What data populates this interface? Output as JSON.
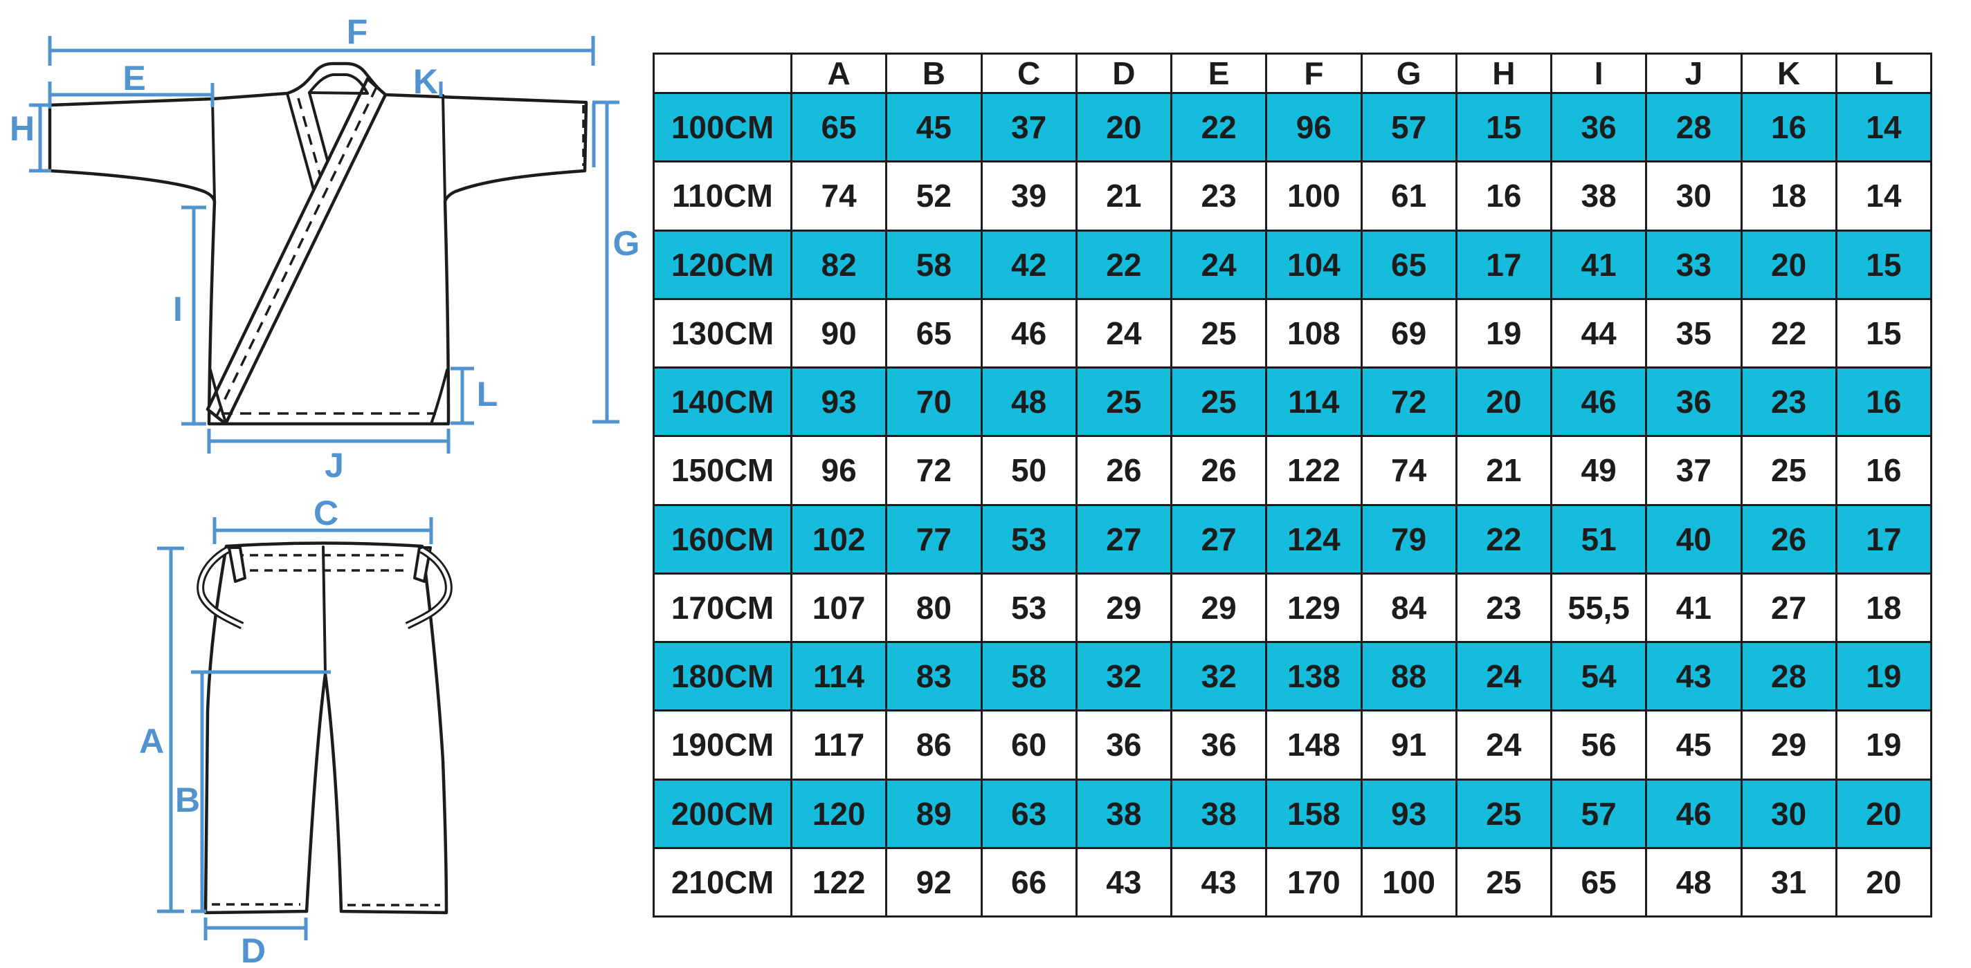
{
  "colors": {
    "highlight": "#16BCDC",
    "dimension_blue": "#5193CE",
    "ink": "#1C1C1C",
    "paper": "#FFFFFF"
  },
  "diagram": {
    "jacket": {
      "labels": {
        "F": "F",
        "E": "E",
        "K": "K",
        "H": "H",
        "G": "G",
        "I": "I",
        "L": "L",
        "J": "J"
      }
    },
    "pants": {
      "labels": {
        "C": "C",
        "A": "A",
        "B": "B",
        "D": "D"
      }
    }
  },
  "chart_data": {
    "type": "table",
    "title": "Garment size chart (jacket and pants dimensions, cm)",
    "corner_label": "",
    "columns": [
      "A",
      "B",
      "C",
      "D",
      "E",
      "F",
      "G",
      "H",
      "I",
      "J",
      "K",
      "L"
    ],
    "rows": [
      {
        "size": "100CM",
        "values": [
          "65",
          "45",
          "37",
          "20",
          "22",
          "96",
          "57",
          "15",
          "36",
          "28",
          "16",
          "14"
        ]
      },
      {
        "size": "110CM",
        "values": [
          "74",
          "52",
          "39",
          "21",
          "23",
          "100",
          "61",
          "16",
          "38",
          "30",
          "18",
          "14"
        ]
      },
      {
        "size": "120CM",
        "values": [
          "82",
          "58",
          "42",
          "22",
          "24",
          "104",
          "65",
          "17",
          "41",
          "33",
          "20",
          "15"
        ]
      },
      {
        "size": "130CM",
        "values": [
          "90",
          "65",
          "46",
          "24",
          "25",
          "108",
          "69",
          "19",
          "44",
          "35",
          "22",
          "15"
        ]
      },
      {
        "size": "140CM",
        "values": [
          "93",
          "70",
          "48",
          "25",
          "25",
          "114",
          "72",
          "20",
          "46",
          "36",
          "23",
          "16"
        ]
      },
      {
        "size": "150CM",
        "values": [
          "96",
          "72",
          "50",
          "26",
          "26",
          "122",
          "74",
          "21",
          "49",
          "37",
          "25",
          "16"
        ]
      },
      {
        "size": "160CM",
        "values": [
          "102",
          "77",
          "53",
          "27",
          "27",
          "124",
          "79",
          "22",
          "51",
          "40",
          "26",
          "17"
        ]
      },
      {
        "size": "170CM",
        "values": [
          "107",
          "80",
          "53",
          "29",
          "29",
          "129",
          "84",
          "23",
          "55,5",
          "41",
          "27",
          "18"
        ]
      },
      {
        "size": "180CM",
        "values": [
          "114",
          "83",
          "58",
          "32",
          "32",
          "138",
          "88",
          "24",
          "54",
          "43",
          "28",
          "19"
        ]
      },
      {
        "size": "190CM",
        "values": [
          "117",
          "86",
          "60",
          "36",
          "36",
          "148",
          "91",
          "24",
          "56",
          "45",
          "29",
          "19"
        ]
      },
      {
        "size": "200CM",
        "values": [
          "120",
          "89",
          "63",
          "38",
          "38",
          "158",
          "93",
          "25",
          "57",
          "46",
          "30",
          "20"
        ]
      },
      {
        "size": "210CM",
        "values": [
          "122",
          "92",
          "66",
          "43",
          "43",
          "170",
          "100",
          "25",
          "65",
          "48",
          "31",
          "20"
        ]
      }
    ]
  }
}
